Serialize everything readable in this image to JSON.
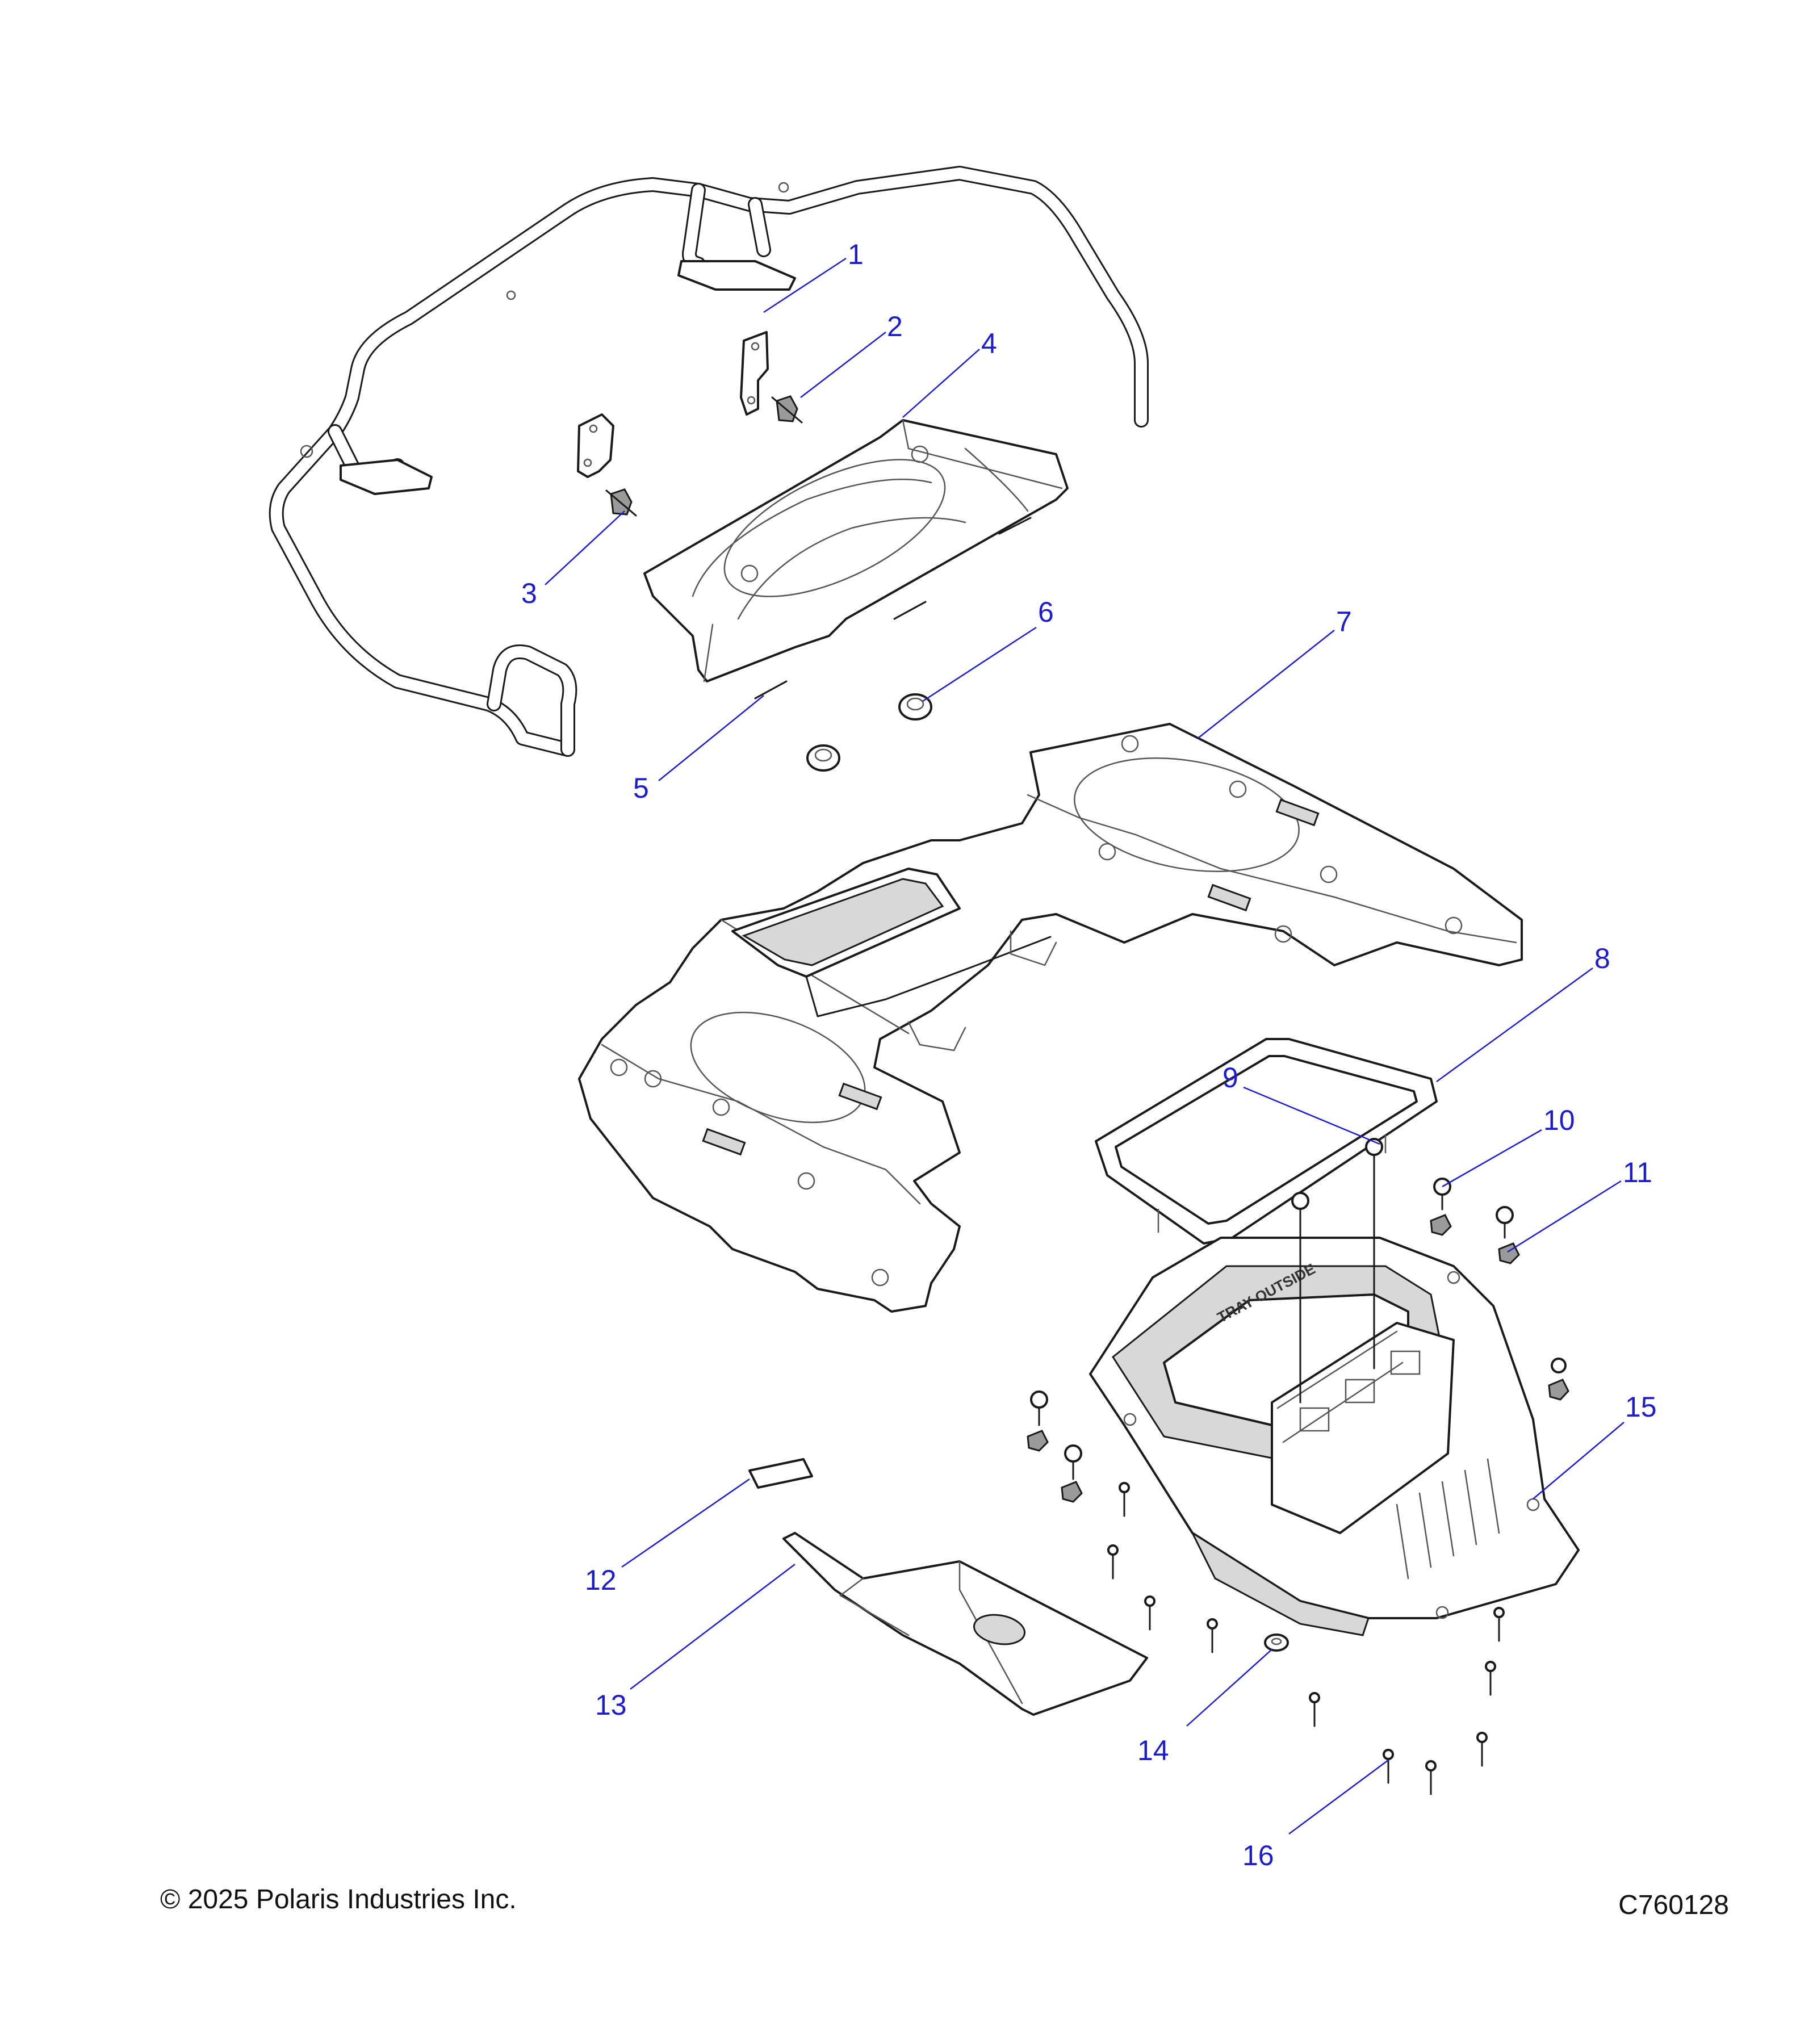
{
  "callouts": [
    {
      "id": "1",
      "label": "1"
    },
    {
      "id": "2",
      "label": "2"
    },
    {
      "id": "3",
      "label": "3"
    },
    {
      "id": "4",
      "label": "4"
    },
    {
      "id": "5",
      "label": "5"
    },
    {
      "id": "6",
      "label": "6"
    },
    {
      "id": "7",
      "label": "7"
    },
    {
      "id": "8",
      "label": "8"
    },
    {
      "id": "9",
      "label": "9"
    },
    {
      "id": "10",
      "label": "10"
    },
    {
      "id": "11",
      "label": "11"
    },
    {
      "id": "12",
      "label": "12"
    },
    {
      "id": "13",
      "label": "13"
    },
    {
      "id": "14",
      "label": "14"
    },
    {
      "id": "15",
      "label": "15"
    },
    {
      "id": "16",
      "label": "16"
    }
  ],
  "tray_embossed_text": "TRAY OUTSIDE",
  "footer": {
    "copyright": "© 2025 Polaris Industries Inc.",
    "drawing_code": "C760128"
  },
  "colors": {
    "callout": "#1c1ccc",
    "line_art": "#1a1a1a",
    "background": "#ffffff"
  }
}
